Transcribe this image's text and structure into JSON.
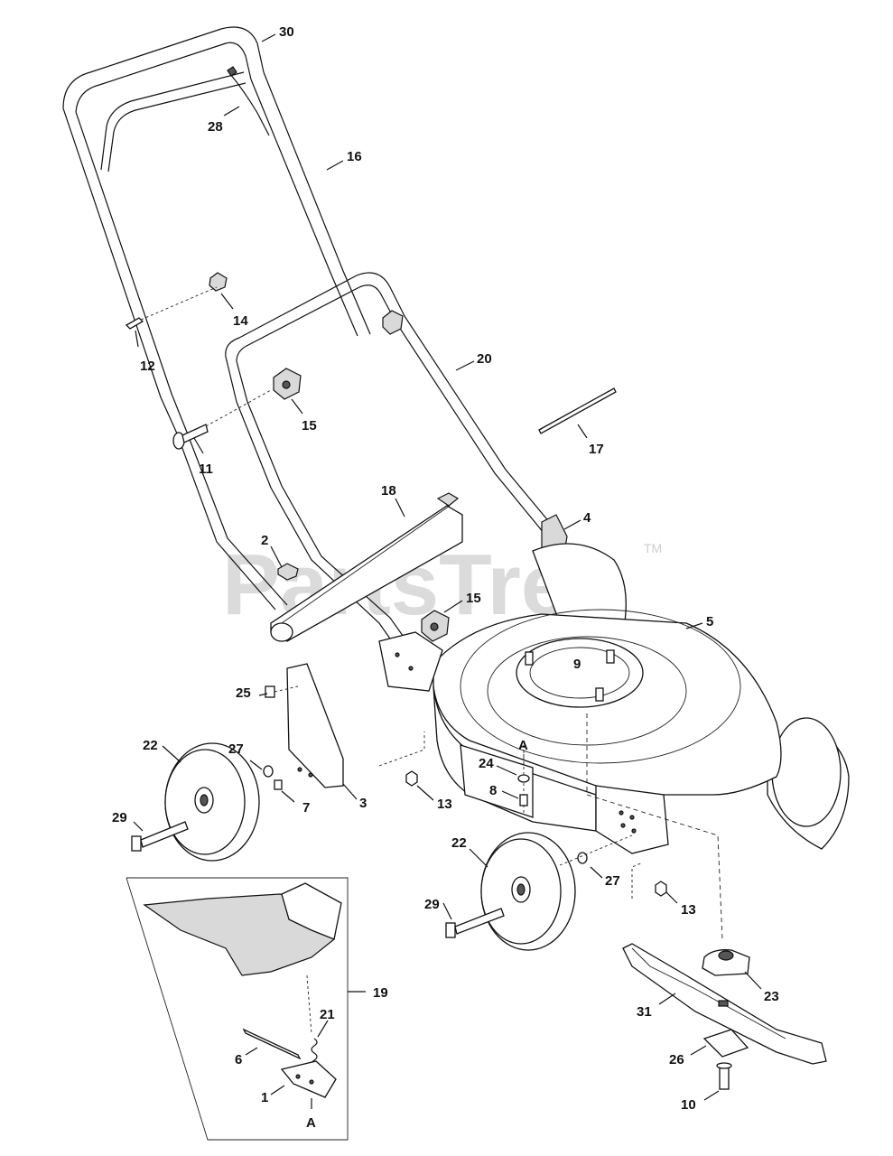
{
  "watermark": {
    "text": "PartsTree",
    "trademark": "TM"
  },
  "callouts": {
    "c30": "30",
    "c28": "28",
    "c16": "16",
    "c14": "14",
    "c12": "12",
    "c20": "20",
    "c15a": "15",
    "c11": "11",
    "c17": "17",
    "c18": "18",
    "c4": "4",
    "c2": "2",
    "c15b": "15",
    "c5": "5",
    "c9": "9",
    "c25": "25",
    "c22a": "22",
    "c27a": "27",
    "c29a": "29",
    "c7": "7",
    "c3": "3",
    "c13a": "13",
    "cA1": "A",
    "c24": "24",
    "c8": "8",
    "c22b": "22",
    "c27b": "27",
    "c29b": "29",
    "c13b": "13",
    "c19": "19",
    "c21": "21",
    "c6": "6",
    "c1": "1",
    "cA2": "A",
    "c23": "23",
    "c31": "31",
    "c26": "26",
    "c10": "10"
  }
}
